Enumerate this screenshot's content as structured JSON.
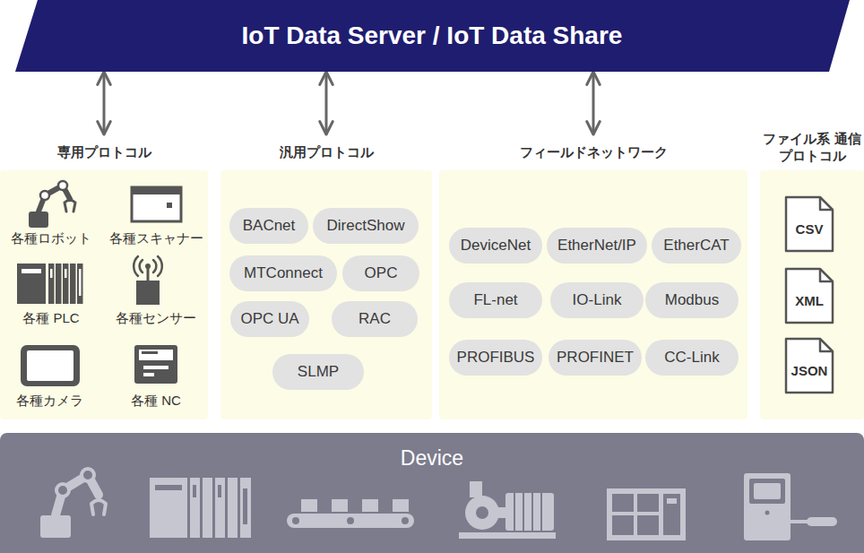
{
  "diagram": {
    "nodes": [
      {
        "text": [
          "IoT Data Server / IoT Data Share"
        ]
      },
      {
        "text": [
          "専用プロトコル"
        ]
      },
      {
        "text": [
          "汎用プロトコル"
        ]
      },
      {
        "text": [
          "BACnet"
        ],
        "in": 2
      },
      {
        "text": [
          "DirectShow"
        ],
        "in": 2
      },
      {
        "text": [
          "MTConnect"
        ],
        "in": 2
      },
      {
        "text": [
          "OPC"
        ],
        "in": 2
      },
      {
        "text": [
          "OPC UA"
        ],
        "in": 2
      },
      {
        "text": [
          "RAC"
        ],
        "in": 2
      },
      {
        "text": [
          "SLMP"
        ],
        "in": 2
      },
      {
        "text": [
          "フィールドネットワーク"
        ]
      },
      {
        "text": [
          "DeviceNet"
        ],
        "in": 10
      },
      {
        "text": [
          "EtherNet/IP"
        ],
        "in": 10
      },
      {
        "text": [
          "EtherCAT"
        ],
        "in": 10
      },
      {
        "text": [
          "FL-net"
        ],
        "in": 10
      },
      {
        "text": [
          "IO-Link"
        ],
        "in": 10
      },
      {
        "text": [
          "Modbus"
        ],
        "in": 10
      },
      {
        "text": [
          "PROFIBUS"
        ],
        "in": 10
      },
      {
        "text": [
          "PROFINET"
        ],
        "in": 10
      },
      {
        "text": [
          "CC-Link"
        ],
        "in": 10
      },
      {
        "text": [
          "ファイル系 通信プロトコル"
        ]
      },
      {
        "text": [
          "CSV"
        ],
        "in": 20
      },
      {
        "text": [
          "XML"
        ],
        "in": 20
      },
      {
        "text": [
          "JSON"
        ],
        "in": 20
      },
      {
        "text": [
          "Device"
        ]
      }
    ],
    "edges": [
      {
        "from": 0,
        "to": 1,
        "arrow": "both"
      },
      {
        "from": 0,
        "to": 2,
        "arrow": "both"
      },
      {
        "from": 0,
        "to": 10,
        "arrow": "both"
      }
    ],
    "labels": [
      "各種ロボット",
      "各種スキャナー",
      "各種 PLC",
      "各種センサー",
      "各種カメラ",
      "各種 NC"
    ]
  }
}
